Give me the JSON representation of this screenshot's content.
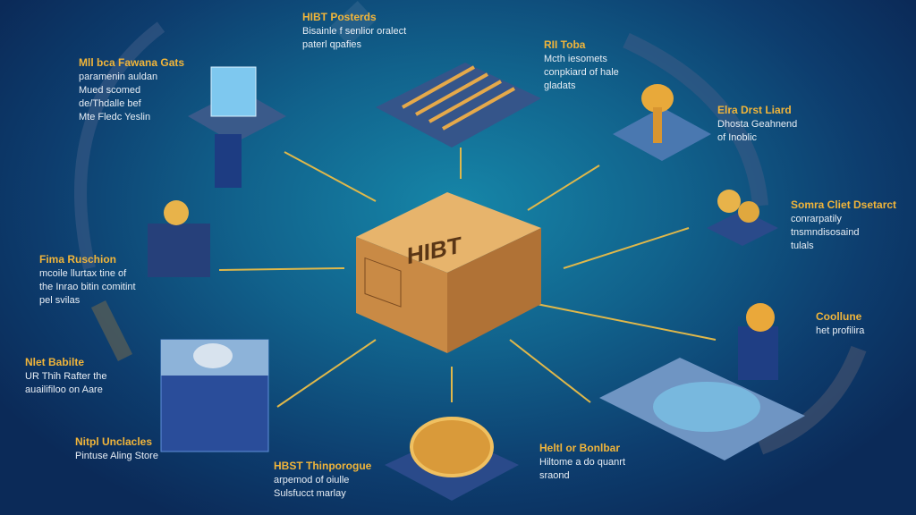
{
  "center": {
    "label": "HIBT"
  },
  "nodes": [
    {
      "title": "Mll bca Fawana Gats",
      "lines": [
        "paramenin auldan",
        "Mued scomed",
        "de/Thdalle bef",
        "Mte Fledc Yeslin"
      ]
    },
    {
      "title": "HIBT Posterds",
      "lines": [
        "Bisainle f senlior oralect",
        "paterl qpafies"
      ]
    },
    {
      "title": "RII Toba",
      "lines": [
        "Mcth iesomets",
        "conpkiard of hale",
        "gladats"
      ]
    },
    {
      "title": "Elra Drst Liard",
      "lines": [
        "Dhosta Geahnend",
        "of Inoblic"
      ]
    },
    {
      "title": "Somra Cliet Dsetarct",
      "lines": [
        "conrarpatily",
        "tnsmndisosaind",
        "tulals"
      ]
    },
    {
      "title": "Fima Ruschion",
      "lines": [
        "mcoile llurtax tine of",
        "the Inrao bitin comitint",
        "pel svilas"
      ]
    },
    {
      "title": "Nlet Babilte",
      "lines": [
        "UR Thih Rafter the",
        "auailifiloo on Aare"
      ]
    },
    {
      "title": "Nitpl Unclacles",
      "lines": [
        "Pintuse Aling Store"
      ]
    },
    {
      "title": "HBST Thinporogue",
      "lines": [
        "arpemod of oiulle",
        "Sulsfucct marlay"
      ]
    },
    {
      "title": "Heltl or Bonlbar",
      "lines": [
        "Hiltome a do quanrt",
        "sraond"
      ]
    },
    {
      "title": "Coollune",
      "lines": [
        "het profilira"
      ]
    }
  ],
  "colors": {
    "accent": "#f1b53a",
    "arrow": "#e0b84a",
    "box": "#d9a25a"
  }
}
